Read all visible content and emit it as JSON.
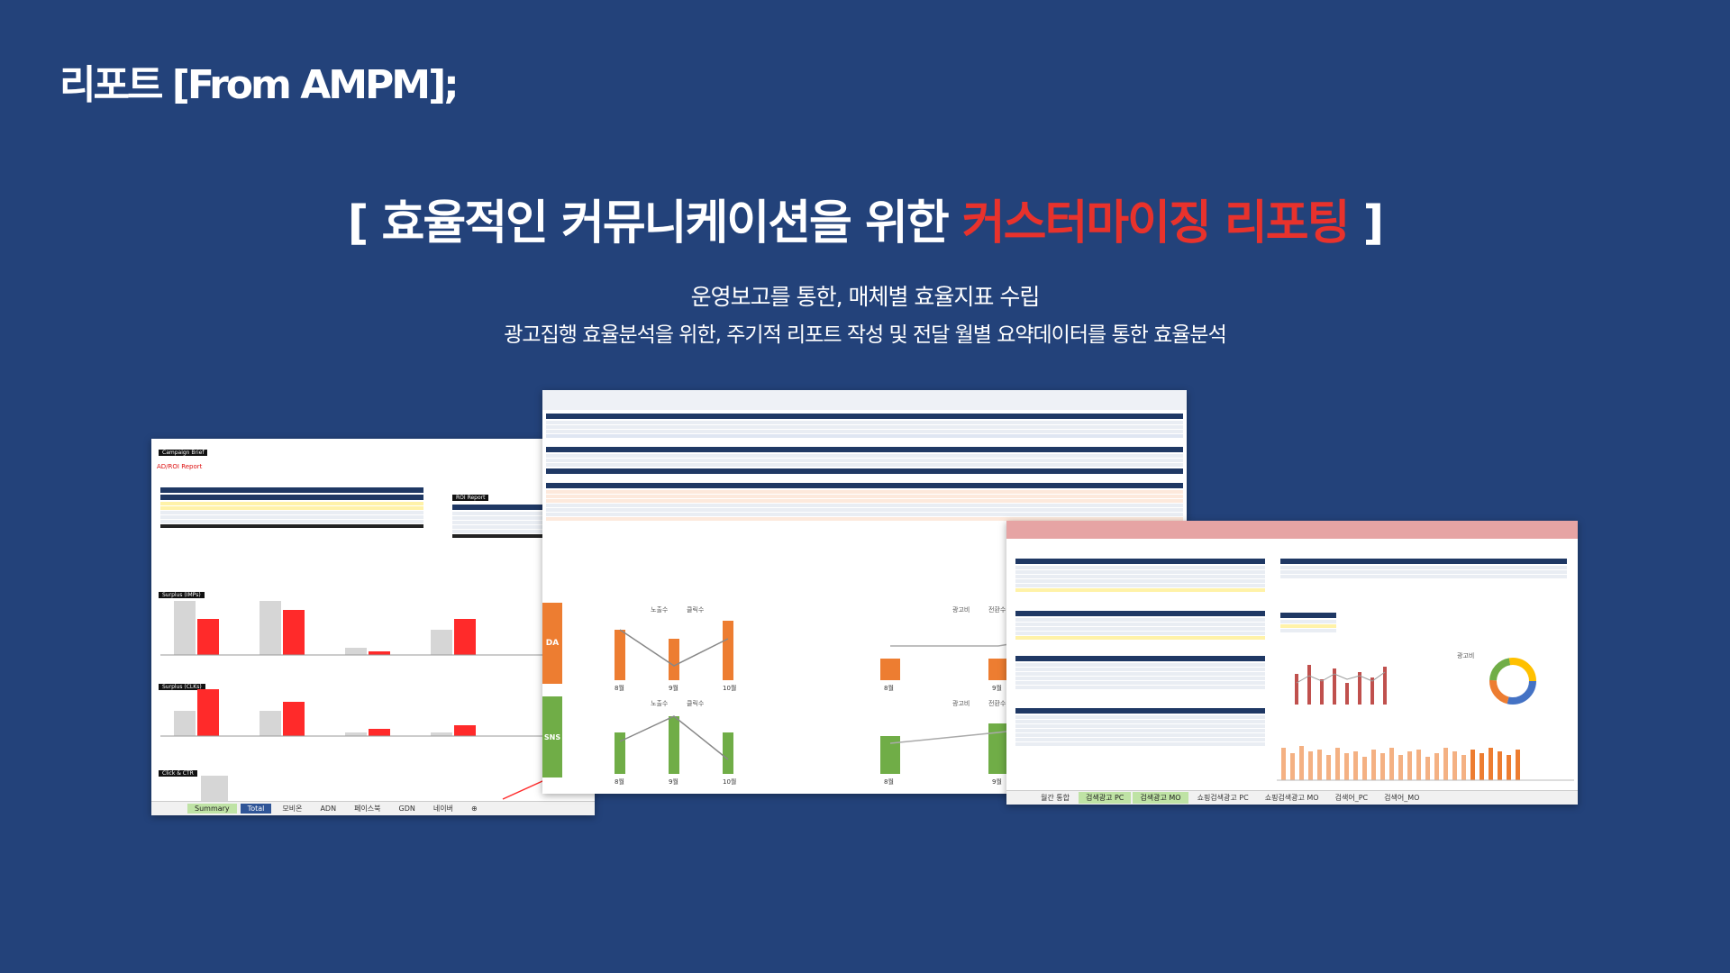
{
  "brand": "리포트 [From AMPM];",
  "headline": {
    "prefix": "[ 효율적인 커뮤니케이션을 위한 ",
    "accent": "커스터마이징 리포팅",
    "suffix": " ]"
  },
  "subtitle_1": "운영보고를 통한, 매체별 효율지표 수립",
  "subtitle_2": "광고집행 효율분석을 위한, 주기적 리포트 작성 및 전달 월별 요약데이터를 통한 효율분석",
  "colors": {
    "background": "#23427a",
    "accent": "#e8322c",
    "bar_red": "#ff2a2a",
    "bar_gray": "#d6d6d6",
    "bar_orange": "#ed7d31",
    "bar_green": "#70ad47",
    "table_header": "#1f3864"
  },
  "sheet_left": {
    "report_title": "AD/ROI Report",
    "section_labels": [
      "Campaign Brief",
      "ROI Report"
    ],
    "chart_tags": [
      "Surplus (IMPs)",
      "Surplus (CLKs)",
      "Click & CTR"
    ],
    "tabs": [
      "Summary",
      "Total",
      "모비온",
      "ADN",
      "페이스북",
      "GDN",
      "네이버"
    ],
    "active_tab": "Total"
  },
  "sheet_middle": {
    "side_labels": [
      "DA",
      "SNS"
    ],
    "chart_months": [
      "8월",
      "9월",
      "10월"
    ],
    "legend_top_left": [
      "노출수",
      "클릭수"
    ],
    "legend_top_right": [
      "광고비",
      "전환수"
    ]
  },
  "sheet_right": {
    "tabs": [
      "월간 통합",
      "검색광고 PC",
      "검색광고 MO",
      "쇼핑검색광고 PC",
      "쇼핑검색광고 MO",
      "검색어_PC",
      "검색어_MO"
    ],
    "donut_label": "광고비"
  }
}
